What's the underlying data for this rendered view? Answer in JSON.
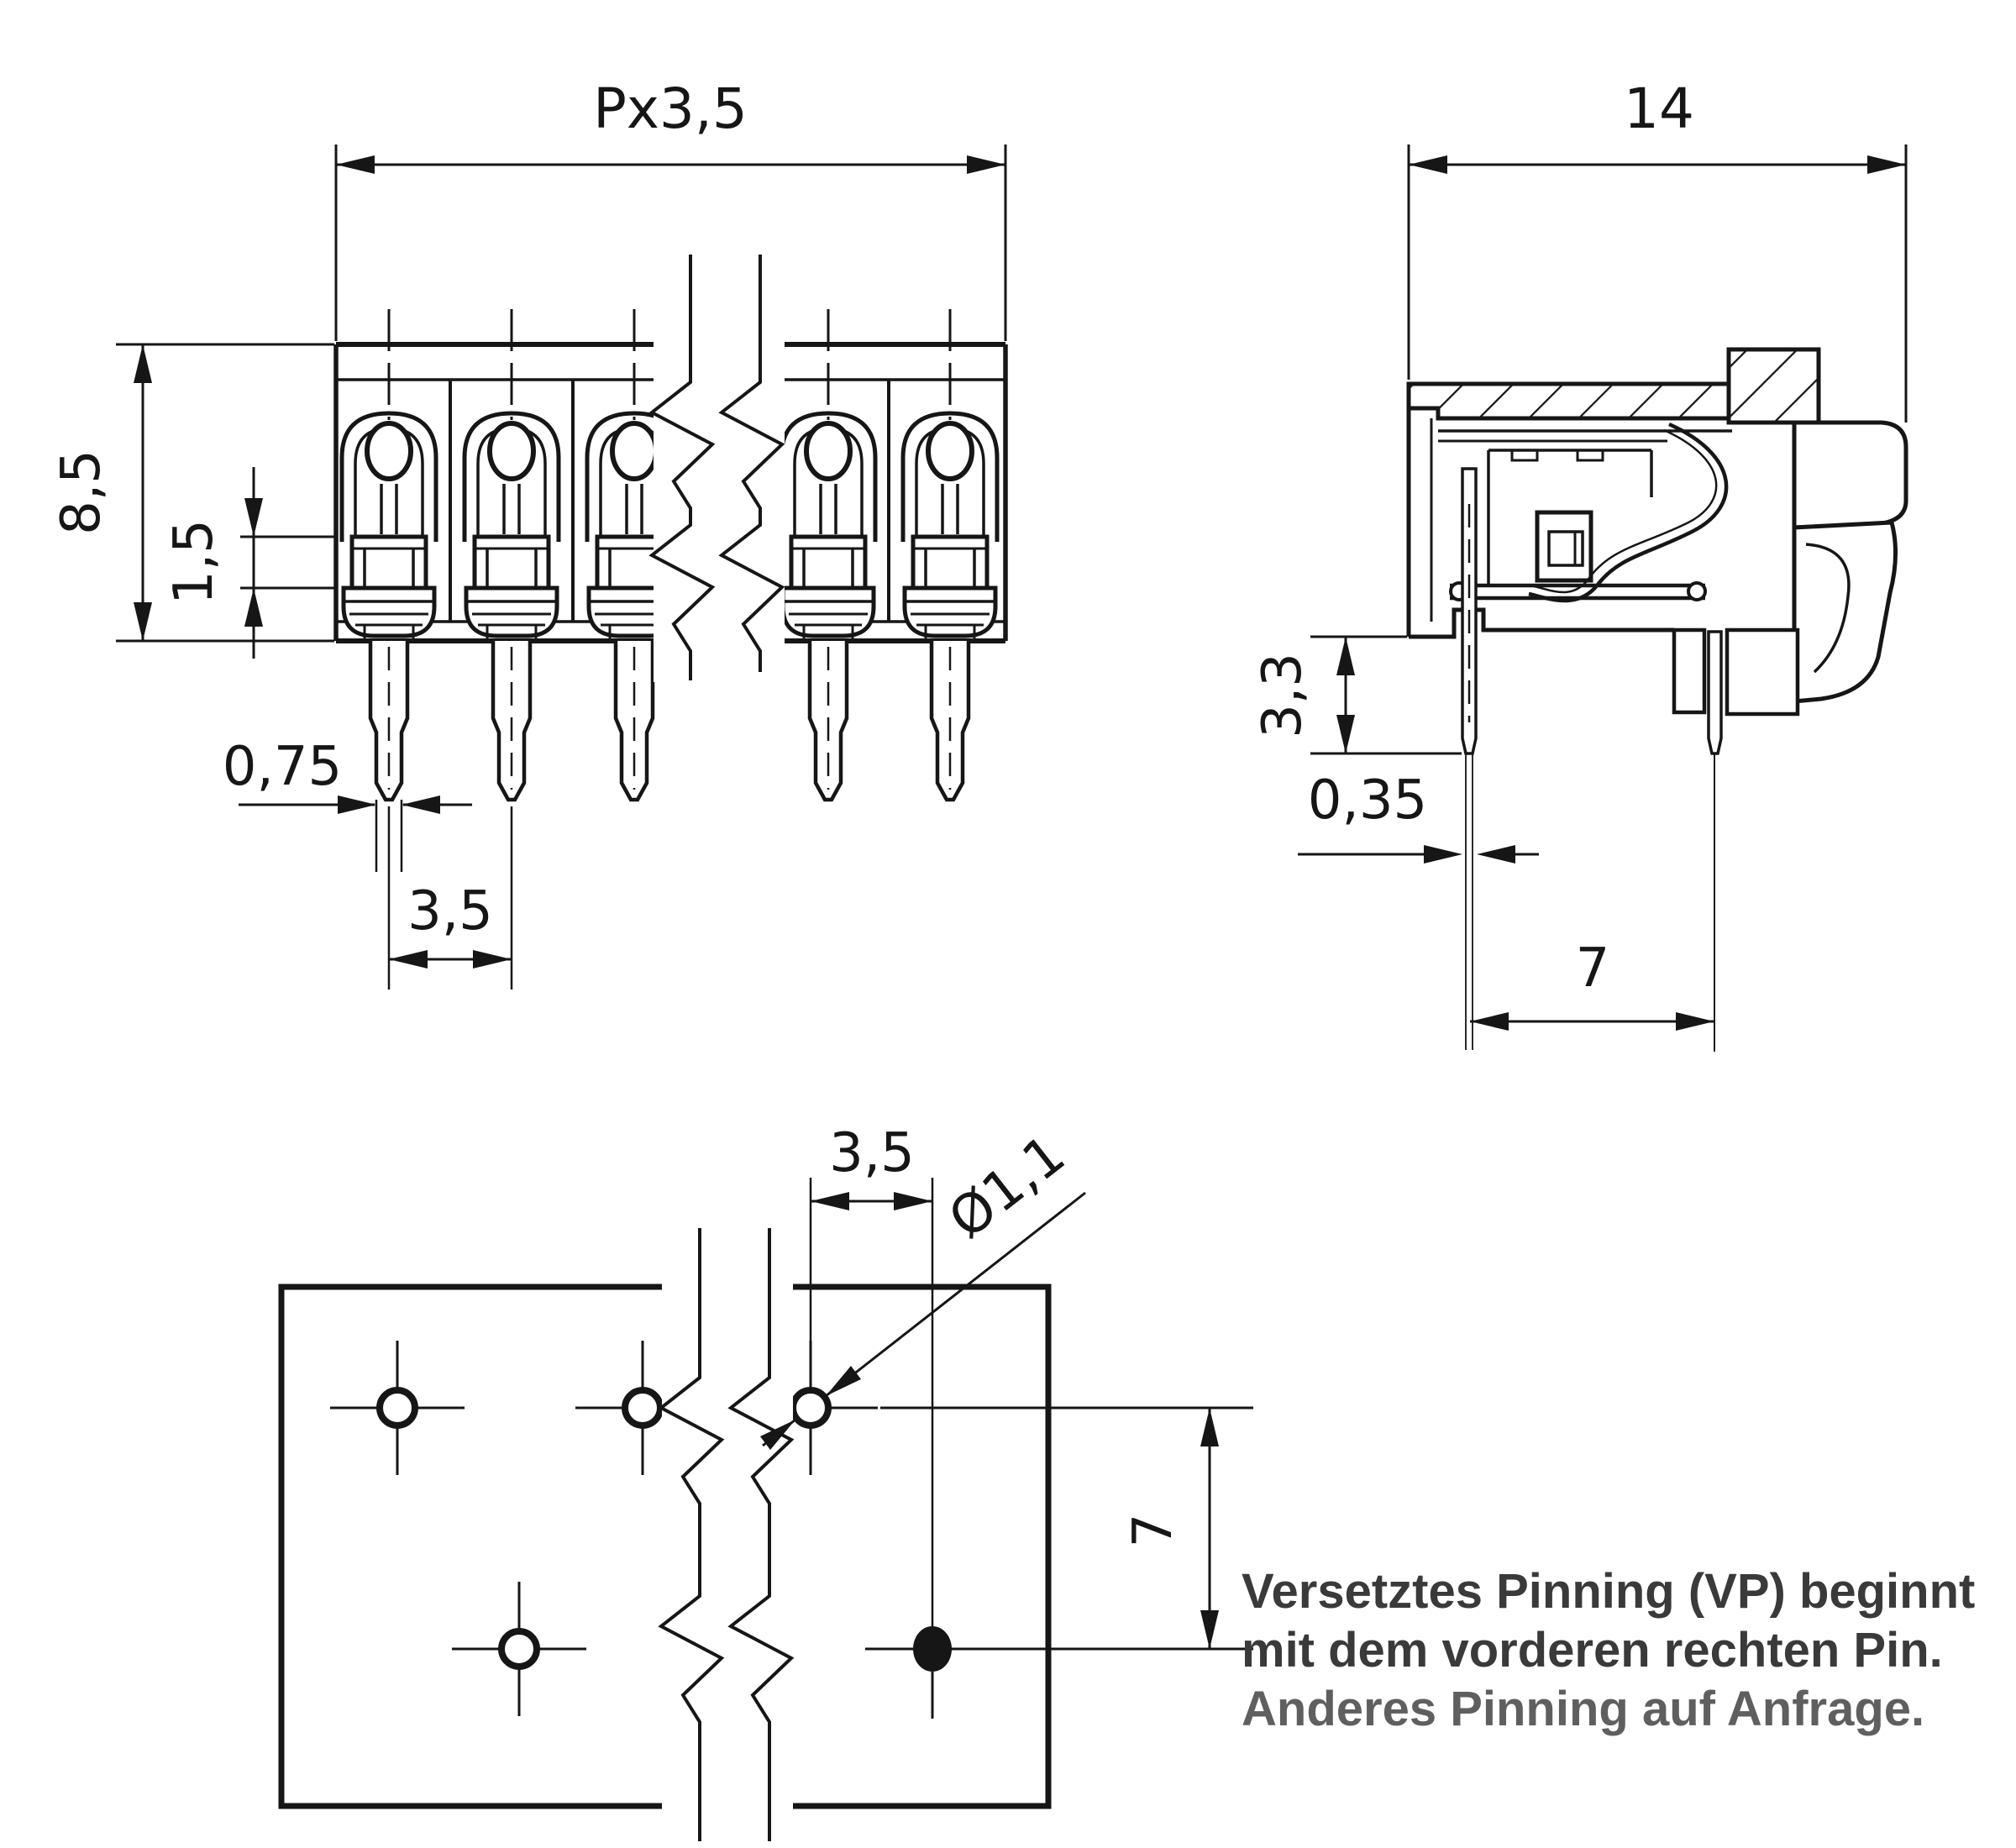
{
  "drawing": {
    "background": "#ffffff",
    "line_color": "#161616"
  },
  "front_view": {
    "dim_total_width": "Px3,5",
    "dim_body_height": "8,5",
    "dim_clamp_opening": "1,5",
    "dim_pin_width": "0,75",
    "dim_pin_pitch": "3,5"
  },
  "side_view": {
    "dim_depth": "14",
    "dim_pin_length": "3,3",
    "dim_pin_thickness": "0,35",
    "dim_row_offset": "7"
  },
  "board_view": {
    "dim_hole_offset": "3,5",
    "dim_hole_diameter": "Ø1,1",
    "dim_row_spacing": "7"
  },
  "note": {
    "line1": "Versetztes Pinning (VP) beginnt",
    "line2": "mit dem vorderen rechten Pin.",
    "line3": "Anderes Pinning auf Anfrage.",
    "color_primary": "#3a3a3a",
    "color_secondary": "#5f5f5f"
  }
}
